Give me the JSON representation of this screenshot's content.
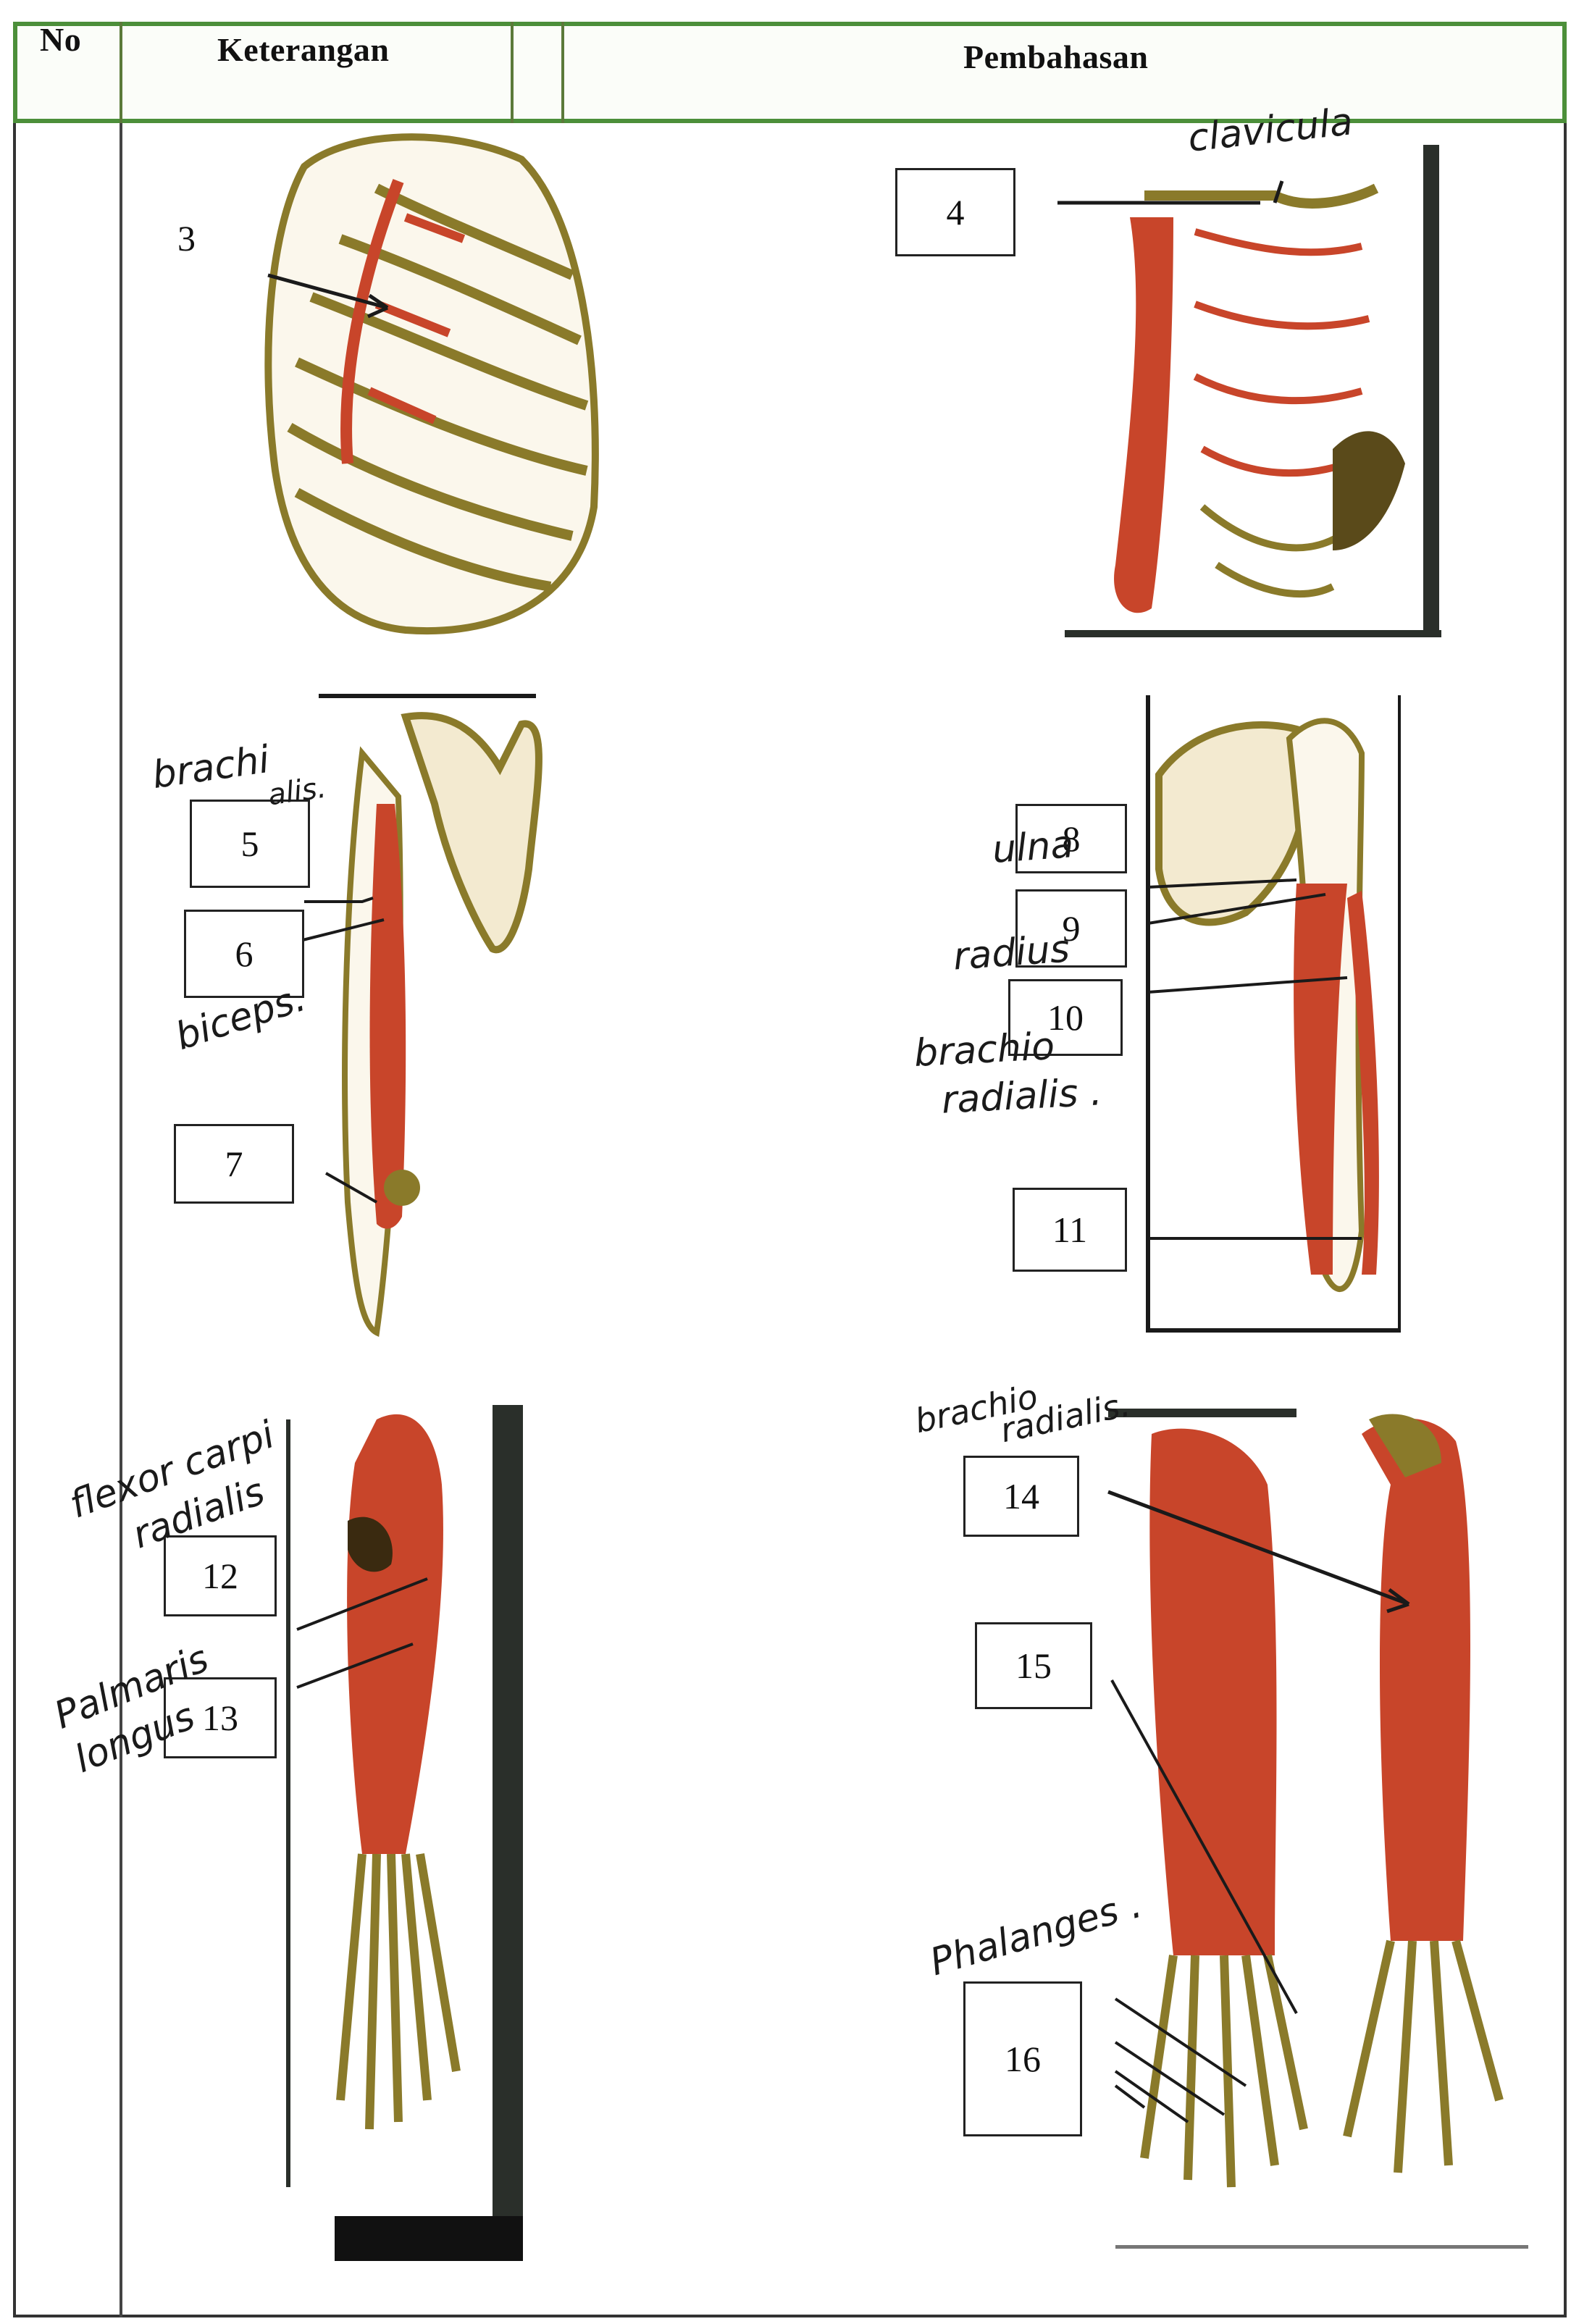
{
  "header": {
    "col_no": "No",
    "col_keterangan": "Keterangan",
    "col_pembahasan": "Pembahasan"
  },
  "labels": {
    "n3": "3",
    "n4": "4",
    "n5": "5",
    "n6": "6",
    "n7": "7",
    "n8": "8",
    "n9": "9",
    "n10": "10",
    "n11": "11",
    "n12": "12",
    "n13": "13",
    "n14": "14",
    "n15": "15",
    "n16": "16"
  },
  "handwriting": {
    "clavicula": "clavicula",
    "brachialis_1": "brachi",
    "brachialis_2": "alis.",
    "biceps": "biceps.",
    "ulna": "ulna",
    "radius": "radius",
    "brachioradialis_1": "brachio",
    "brachioradialis_2": "radialis .",
    "flexor_1": "flexor carpi",
    "flexor_2": "radialis",
    "palmaris_1": "Palmaris",
    "palmaris_2": "longus",
    "brachioradialis_b1": "brachio",
    "brachioradialis_b2": "radialis.",
    "phalanges": "Phalanges ."
  },
  "colors": {
    "header_border": "#4c8f3a",
    "muscle": "#c8452a",
    "bone": "#8a7a2a",
    "ink": "#1a1a1a"
  }
}
